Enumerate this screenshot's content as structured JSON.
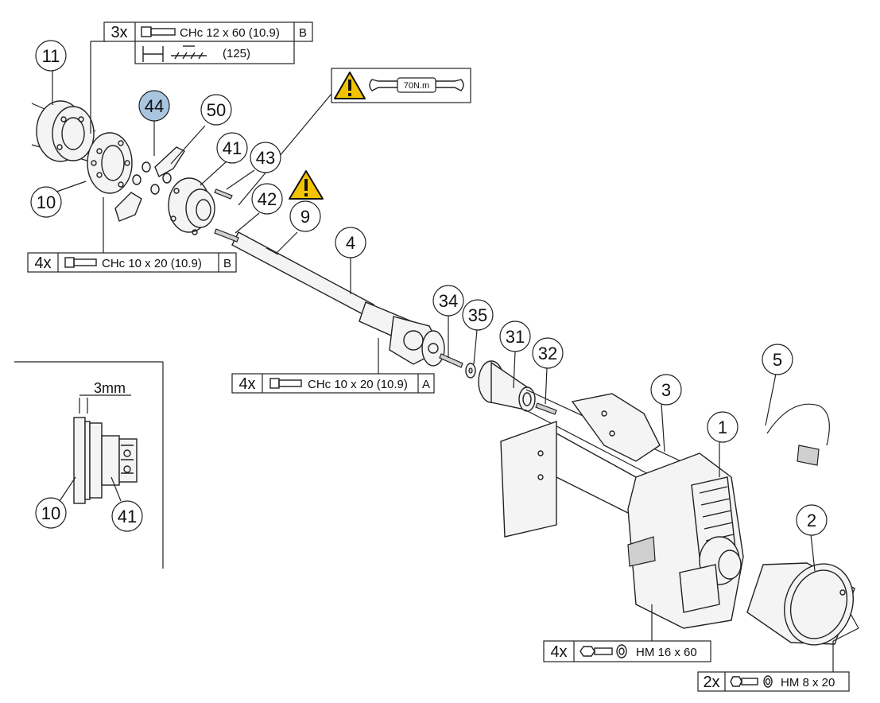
{
  "callouts": {
    "c11": "11",
    "c44": "44",
    "c50": "50",
    "c41": "41",
    "c43": "43",
    "c10": "10",
    "c42": "42",
    "c9": "9",
    "c4": "4",
    "c34": "34",
    "c35": "35",
    "c31": "31",
    "c32": "32",
    "c5": "5",
    "c3": "3",
    "c1": "1",
    "c2": "2",
    "c10b": "10",
    "c41b": "41"
  },
  "highlight_color": "#a9c6e0",
  "warning_color": "#f2c400",
  "spec_top": {
    "qty": "3x",
    "label": "CHc 12 x 60 (10.9)",
    "class": "B",
    "torque": "(125)"
  },
  "spec_left": {
    "qty": "4x",
    "label": "CHc 10 x 20 (10.9)",
    "class": "B"
  },
  "spec_mid": {
    "qty": "4x",
    "label": "CHc 10 x 20 (10.9)",
    "class": "A"
  },
  "spec_hm16": {
    "qty": "4x",
    "label": "HM 16 x 60"
  },
  "spec_hm8": {
    "qty": "2x",
    "label": "HM 8 x 20"
  },
  "torque_label": "70N.m",
  "detail_gap": "3mm",
  "icons": [
    "warning-icon",
    "wrench-icon",
    "bolt-icon",
    "washer-icon"
  ]
}
